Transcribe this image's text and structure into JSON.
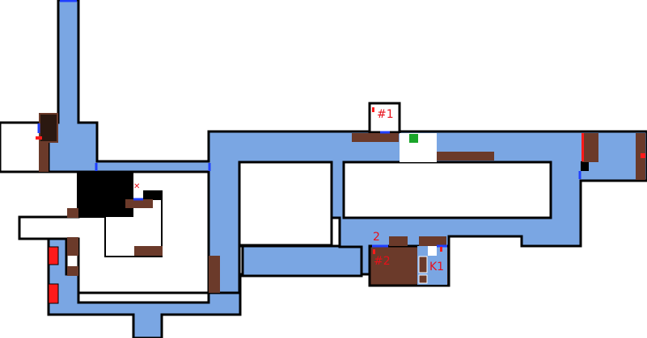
{
  "map": {
    "labels": {
      "room_1": "#1",
      "room_2": "#2",
      "marker_2": "2",
      "key_1": "K1"
    },
    "colors": {
      "corridor": "#7aa6e3",
      "wall": "#000000",
      "room": "#ffffff",
      "furniture": "#6b3a2a",
      "dark": "#000000",
      "door": "#1f3fff",
      "hazard": "#ff1a1a",
      "goal": "#1aa52a",
      "label": "#e8101a"
    }
  }
}
